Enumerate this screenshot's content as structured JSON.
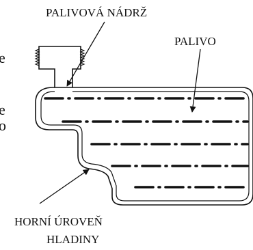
{
  "labels": {
    "tank": "PALIVOVÁ NÁDRŽ",
    "fuel": "PALIVO",
    "upper_level_line1": "HORNÍ ÚROVEŇ",
    "upper_level_line2": "HLADINY"
  },
  "edge_text": [
    "e",
    "e",
    "o"
  ],
  "colors": {
    "ink": "#111111",
    "background": "#ffffff"
  }
}
